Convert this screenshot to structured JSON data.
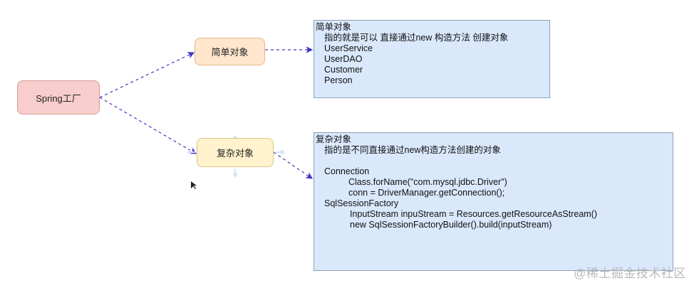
{
  "nodes": {
    "spring_factory": "Spring工厂",
    "simple_object": "简单对象",
    "complex_object": "复杂对象"
  },
  "simple_panel": {
    "title": "简单对象",
    "description": "指的就是可以 直接通过new 构造方法 创建对象",
    "examples": [
      "UserService",
      "UserDAO",
      "Customer",
      "Person"
    ]
  },
  "complex_panel": {
    "title": "复杂对象",
    "description": "指的是不同直接通过new构造方法创建的对象",
    "connection_label": "Connection",
    "connection_lines": [
      "Class.forName(\"com.mysql.jdbc.Driver\")",
      "conn = DriverManager.getConnection();"
    ],
    "factory_label": "SqlSessionFactory",
    "factory_lines": [
      "InputStream inpuStream = Resources.getResourceAsStream()",
      "new SqlSessionFactoryBuilder().build(inputStream)"
    ]
  },
  "colors": {
    "edge": "#3d35c4",
    "spring_fill": "#f8cecc",
    "simple_fill": "#ffe6cc",
    "complex_fill": "#fff2cc",
    "panel_fill": "#dae8fc"
  },
  "watermark": "@稀土掘金技术社区"
}
